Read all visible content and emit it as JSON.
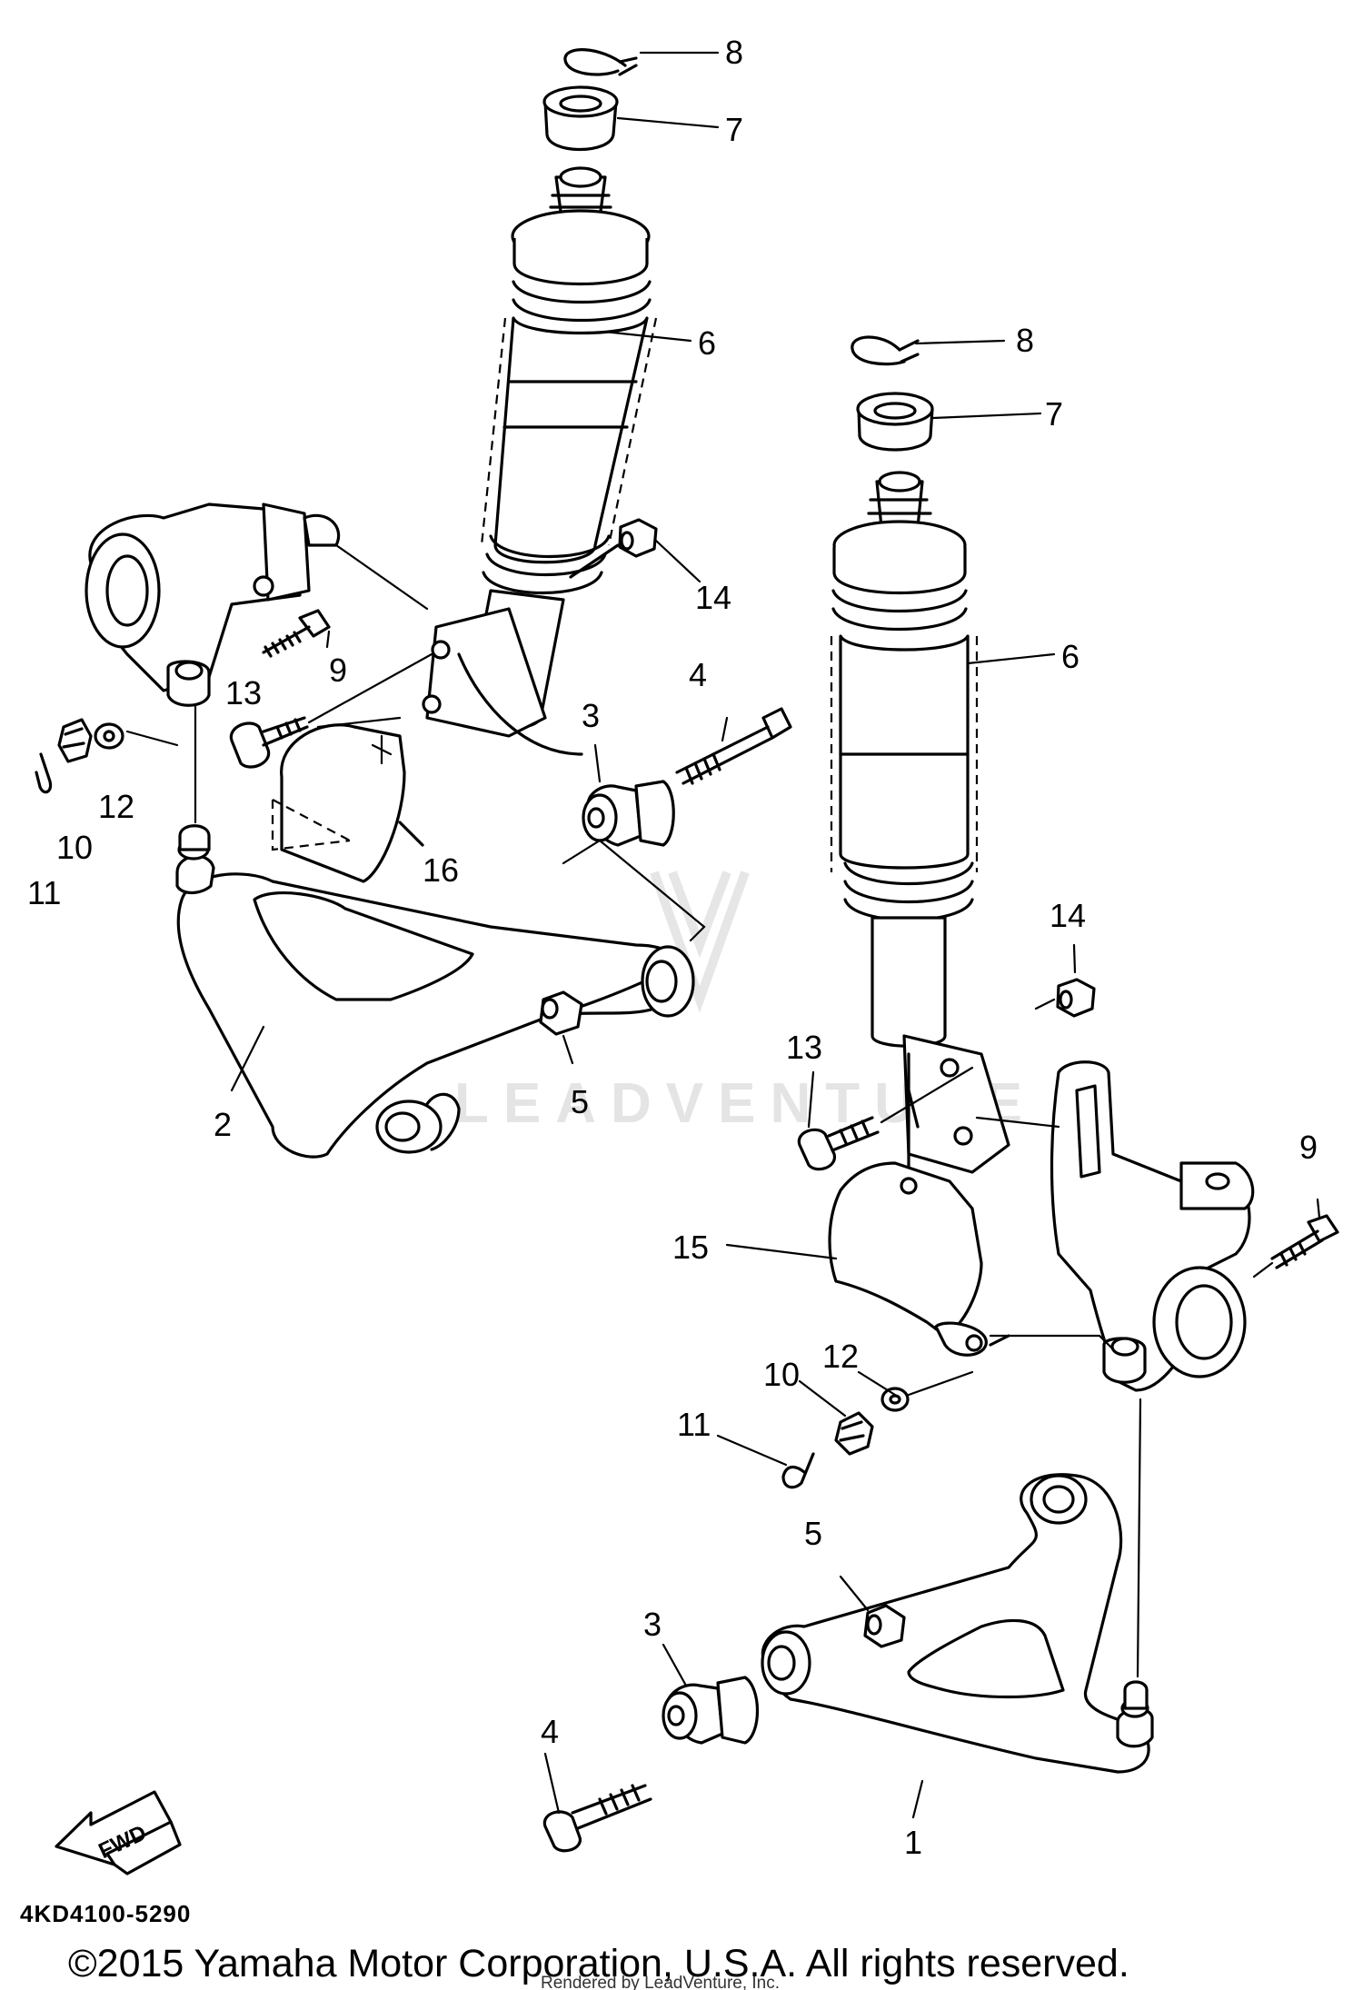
{
  "diagram": {
    "callouts": [
      {
        "id": "c8a",
        "text": "8"
      },
      {
        "id": "c7a",
        "text": "7"
      },
      {
        "id": "c6a",
        "text": "6"
      },
      {
        "id": "c14a",
        "text": "14"
      },
      {
        "id": "c9a",
        "text": "9"
      },
      {
        "id": "c13a",
        "text": "13"
      },
      {
        "id": "c4a",
        "text": "4"
      },
      {
        "id": "c3a",
        "text": "3"
      },
      {
        "id": "c12a",
        "text": "12"
      },
      {
        "id": "c10a",
        "text": "10"
      },
      {
        "id": "c11a",
        "text": "11"
      },
      {
        "id": "c16",
        "text": "16"
      },
      {
        "id": "c5a",
        "text": "5"
      },
      {
        "id": "c2",
        "text": "2"
      },
      {
        "id": "c8b",
        "text": "8"
      },
      {
        "id": "c7b",
        "text": "7"
      },
      {
        "id": "c6b",
        "text": "6"
      },
      {
        "id": "c14b",
        "text": "14"
      },
      {
        "id": "c13b",
        "text": "13"
      },
      {
        "id": "c9b",
        "text": "9"
      },
      {
        "id": "c15",
        "text": "15"
      },
      {
        "id": "c12b",
        "text": "12"
      },
      {
        "id": "c10b",
        "text": "10"
      },
      {
        "id": "c11b",
        "text": "11"
      },
      {
        "id": "c5b",
        "text": "5"
      },
      {
        "id": "c3b",
        "text": "3"
      },
      {
        "id": "c4b",
        "text": "4"
      },
      {
        "id": "c1",
        "text": "1"
      }
    ],
    "fwd_label": "FWD",
    "diagram_code": "4KD4100-5290",
    "watermark": "LEADVENTURE"
  },
  "footer": {
    "copyright": "©2015 Yamaha Motor Corporation, U.S.A. All rights reserved.",
    "rendered_by": "Rendered by LeadVenture, Inc."
  }
}
